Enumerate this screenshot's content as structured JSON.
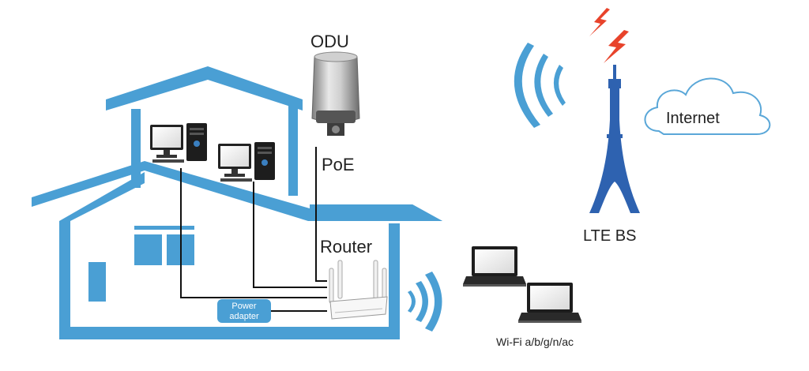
{
  "labels": {
    "odu": "ODU",
    "poe": "PoE",
    "router": "Router",
    "power_adapter_line1": "Power",
    "power_adapter_line2": "adapter",
    "wifi": "Wi-Fi a/b/g/n/ac",
    "lte_bs": "LTE BS",
    "internet": "Internet"
  },
  "colors": {
    "house_blue": "#4a9fd4",
    "tower_blue": "#2e62b0",
    "lightning_red": "#e8432b",
    "cable_black": "#111111",
    "cloud_stroke": "#5aa7d8"
  },
  "icons": {
    "odu": "outdoor-unit-icon",
    "router": "router-icon",
    "desktops": "desktop-computer-icon",
    "laptops": "laptop-icon",
    "tower": "cell-tower-icon",
    "cloud": "cloud-icon",
    "lightning": "lightning-icon",
    "wifi_waves": "wireless-waves-icon"
  }
}
